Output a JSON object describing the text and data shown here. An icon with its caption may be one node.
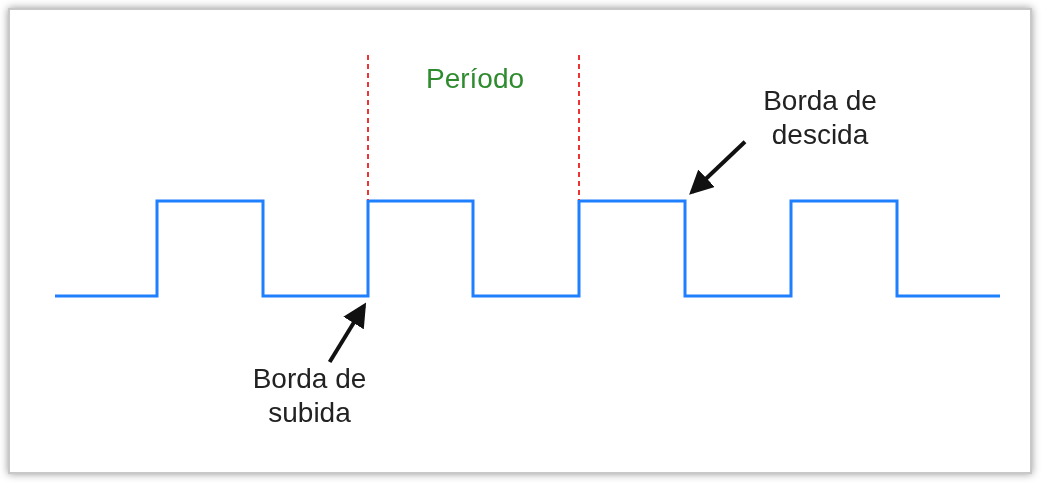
{
  "diagram": {
    "nodes": [
      {
        "text": [
          "Borda de descida"
        ]
      },
      {
        "text": [
          "Borda de subida"
        ]
      }
    ],
    "edges": [
      {
        "from": 0,
        "to": null,
        "arrow": "to"
      },
      {
        "from": 1,
        "to": null,
        "arrow": "to"
      }
    ],
    "labels": [
      "Período"
    ]
  }
}
